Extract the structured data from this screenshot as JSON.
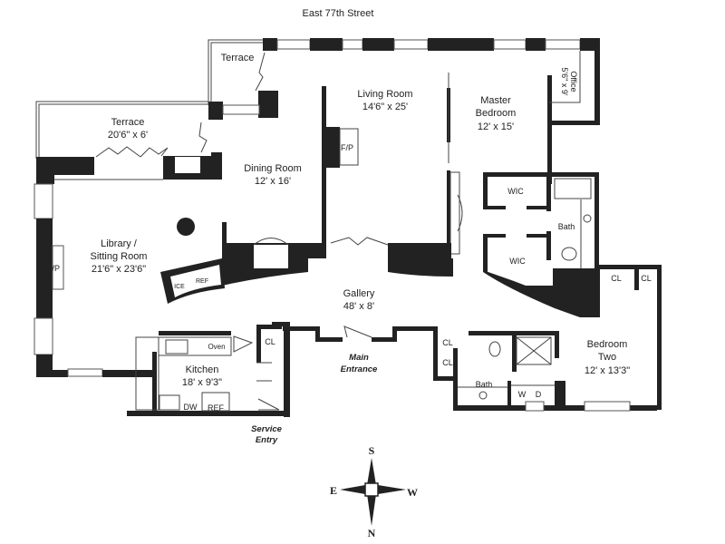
{
  "street": "East 77th Street",
  "rooms": {
    "terrace_small": {
      "name": "Terrace"
    },
    "terrace_large": {
      "name": "Terrace",
      "size": "20'6\" x 6'"
    },
    "living_room": {
      "name": "Living Room",
      "size": "14'6\" x 25'"
    },
    "master_bedroom": {
      "name1": "Master",
      "name2": "Bedroom",
      "size": "12' x 15'"
    },
    "office": {
      "name": "Office",
      "size": "5'6\" x 9'"
    },
    "dining_room": {
      "name": "Dining Room",
      "size": "12' x 16'"
    },
    "library": {
      "name1": "Library /",
      "name2": "Sitting Room",
      "size": "21'6\" x 23'6\""
    },
    "gallery": {
      "name": "Gallery",
      "size": "48' x 8'"
    },
    "bedroom_two": {
      "name1": "Bedroom",
      "name2": "Two",
      "size": "12' x 13'3\""
    },
    "kitchen": {
      "name": "Kitchen",
      "size": "18' x 9'3\""
    },
    "master_bath": {
      "name": "Bath"
    },
    "bath_two": {
      "name": "Bath"
    }
  },
  "fixtures": {
    "fp_living": "F/P",
    "fp_library": "F/P",
    "wic_1": "WIC",
    "wic_2": "WIC",
    "ice": "ICE",
    "ref_bar": "REF",
    "cl_bed_1": "CL",
    "cl_bed_2": "CL",
    "cl_kitchen": "CL",
    "cl_hall_1": "CL",
    "cl_hall_2": "CL",
    "oven": "Oven",
    "dw": "DW",
    "ref_kitchen": "REF",
    "washer": "W",
    "dryer": "D"
  },
  "entrances": {
    "main_1": "Main",
    "main_2": "Entrance",
    "service_1": "Service",
    "service_2": "Entry"
  },
  "compass": {
    "s": "S",
    "e": "E",
    "w": "W",
    "n": "N"
  }
}
